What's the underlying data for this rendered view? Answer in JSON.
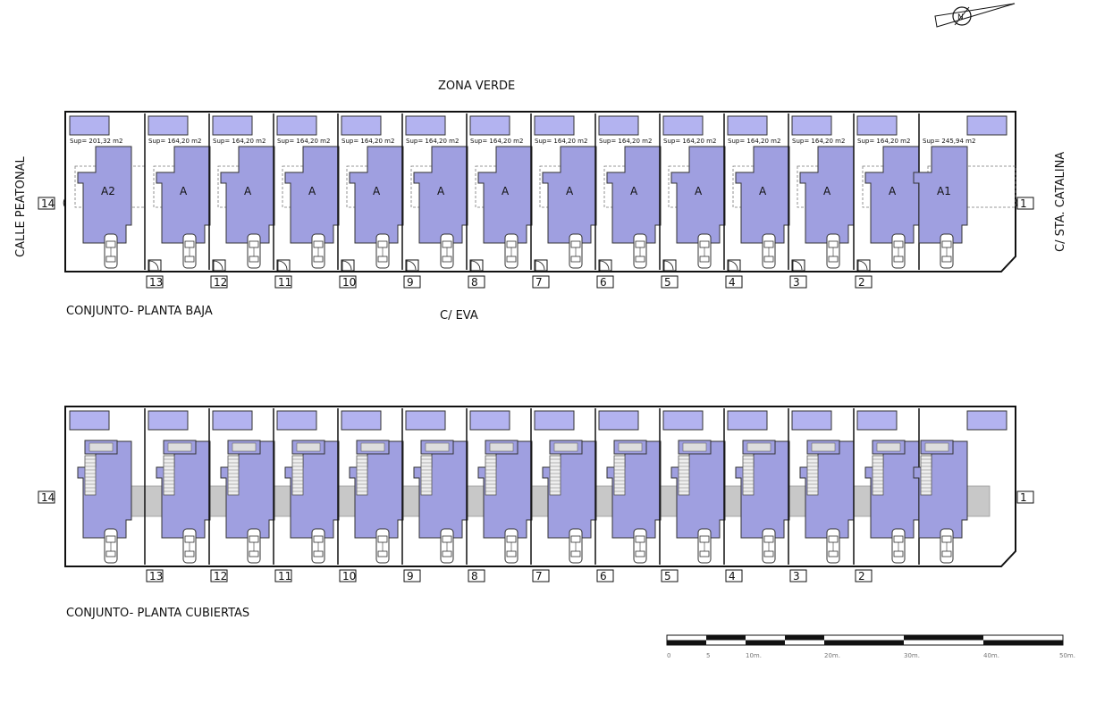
{
  "north_arrow_label": "N",
  "labels": {
    "zona_verde": "ZONA VERDE",
    "calle_peatonal": "CALLE PEATONAL",
    "sta_catalina": "C/ STA. CATALINA",
    "calle_eva": "C/ EVA",
    "planta_baja_title": "CONJUNTO- PLANTA BAJA",
    "planta_cubiertas_title": "CONJUNTO- PLANTA CUBIERTAS"
  },
  "units": [
    {
      "number": "14",
      "type": "A2",
      "sup": "Sup= 201,32 m2"
    },
    {
      "number": "13",
      "type": "A",
      "sup": "Sup= 164,20 m2"
    },
    {
      "number": "12",
      "type": "A",
      "sup": "Sup= 164,20 m2"
    },
    {
      "number": "11",
      "type": "A",
      "sup": "Sup= 164,20 m2"
    },
    {
      "number": "10",
      "type": "A",
      "sup": "Sup= 164,20 m2"
    },
    {
      "number": "9",
      "type": "A",
      "sup": "Sup= 164,20 m2"
    },
    {
      "number": "8",
      "type": "A",
      "sup": "Sup= 164,20 m2"
    },
    {
      "number": "7",
      "type": "A",
      "sup": "Sup= 164,20 m2"
    },
    {
      "number": "6",
      "type": "A",
      "sup": "Sup= 164,20 m2"
    },
    {
      "number": "5",
      "type": "A",
      "sup": "Sup= 164,20 m2"
    },
    {
      "number": "4",
      "type": "A",
      "sup": "Sup= 164,20 m2"
    },
    {
      "number": "3",
      "type": "A",
      "sup": "Sup= 164,20 m2"
    },
    {
      "number": "2",
      "type": "A",
      "sup": "Sup= 164,20 m2"
    },
    {
      "number": "1",
      "type": "A1",
      "sup": "Sup= 245,94 m2"
    }
  ],
  "scale_bar": {
    "ticks": [
      "0",
      "5",
      "10m.",
      "20m.",
      "30m.",
      "40m.",
      "50m."
    ]
  },
  "colors": {
    "house_fill": "#9f9fe0",
    "pool_fill": "#b3b3f0",
    "roof_strip": "#c8c8c8",
    "line": "#111111"
  }
}
